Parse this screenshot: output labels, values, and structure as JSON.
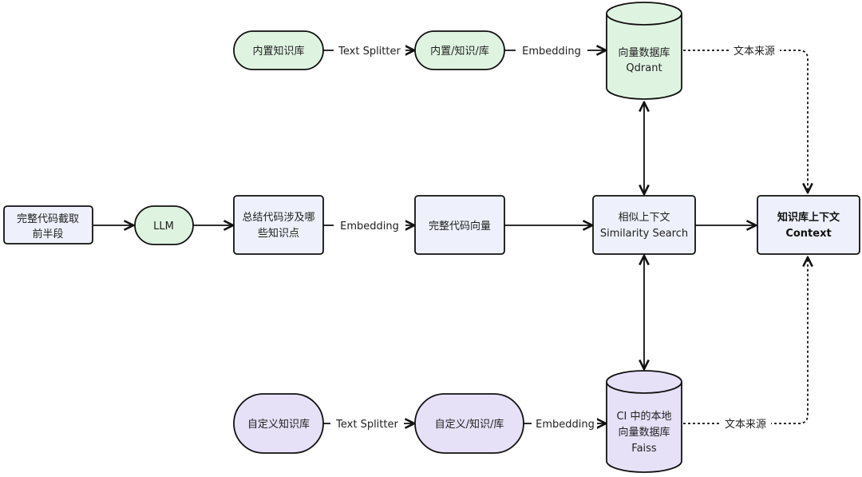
{
  "colors": {
    "green_fill": "#dff3e1",
    "purple_fill": "#e6e1f7",
    "blue_fill": "#eef1fb",
    "stroke": "#111111"
  },
  "nodes": {
    "builtin_kb": "内置知识库",
    "builtin_split": "内置/知识/库",
    "qdrant_line1": "向量数据库",
    "qdrant_line2": "Qdrant",
    "code_source_line1": "完整代码截取",
    "code_source_line2": "前半段",
    "llm": "LLM",
    "summary_line1": "总结代码涉及哪",
    "summary_line2": "些知识点",
    "code_vector": "完整代码向量",
    "similarity_line1": "相似上下文",
    "similarity_line2": "Similarity Search",
    "context_line1": "知识库上下文",
    "context_line2": "Context",
    "custom_kb": "自定义知识库",
    "custom_split": "自定义/知识/库",
    "faiss_line1": "CI 中的本地",
    "faiss_line2": "向量数据库",
    "faiss_line3": "Faiss"
  },
  "edges": {
    "text_splitter_top": "Text Splitter",
    "embedding_top": "Embedding",
    "source_top": "文本来源",
    "embedding_mid": "Embedding",
    "text_splitter_bottom": "Text Splitter",
    "embedding_bottom": "Embedding",
    "source_bottom": "文本来源"
  }
}
